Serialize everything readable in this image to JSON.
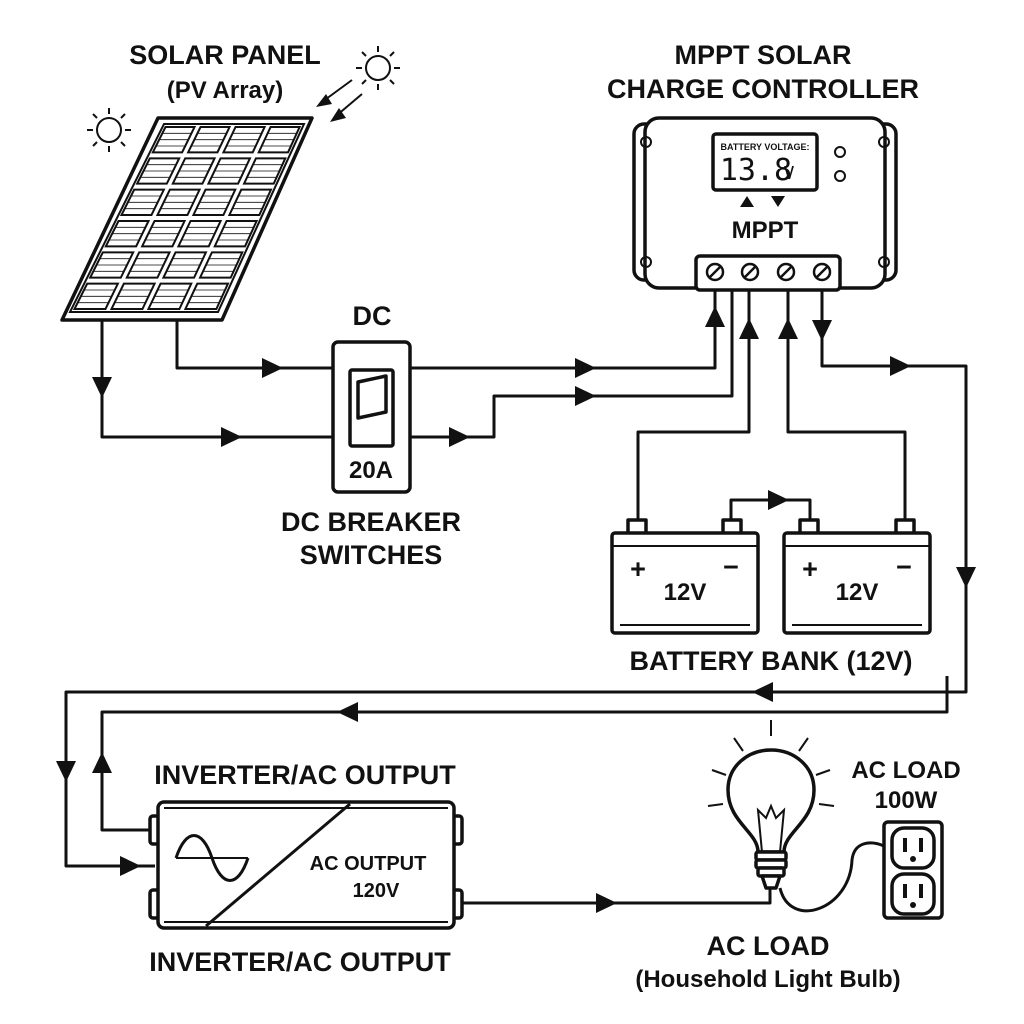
{
  "solar_panel": {
    "title_line1": "SOLAR PANEL",
    "title_line2": "(PV Array)",
    "icons": [
      "sun-icon",
      "sun-icon",
      "solar-panel-icon"
    ]
  },
  "breaker": {
    "top_label": "DC",
    "rating": "20A",
    "caption_line1": "DC BREAKER",
    "caption_line2": "SWITCHES"
  },
  "controller": {
    "title_line1": "MPPT SOLAR",
    "title_line2": "CHARGE CONTROLLER",
    "display_label": "BATTERY VOLTAGE:",
    "display_value": "13.8",
    "display_unit": "V",
    "mode_label": "MPPT"
  },
  "battery_bank": {
    "battery1_voltage": "12V",
    "battery2_voltage": "12V",
    "plus_sign": "+",
    "minus_sign": "−",
    "caption": "BATTERY BANK (12V)"
  },
  "inverter": {
    "title_top": "INVERTER/AC OUTPUT",
    "output_line1": "AC OUTPUT",
    "output_line2": "120V",
    "title_bottom": "INVERTER/AC OUTPUT"
  },
  "load": {
    "power_line1": "AC LOAD",
    "power_line2": "100W",
    "caption_line1": "AC LOAD",
    "caption_line2": "(Household Light Bulb)"
  },
  "colors": {
    "ink": "#111111",
    "background": "#ffffff"
  }
}
